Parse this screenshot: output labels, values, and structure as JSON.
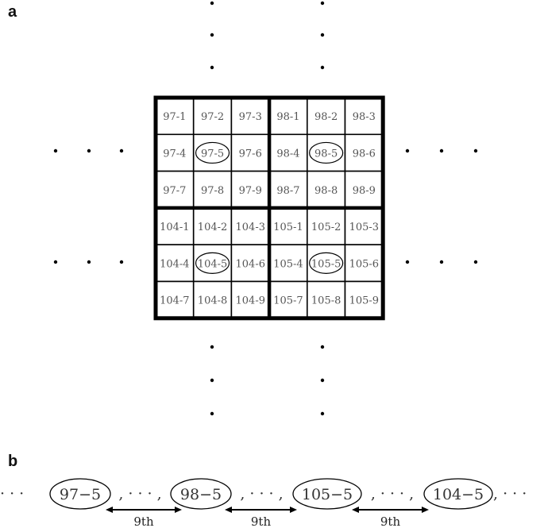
{
  "panel_a": {
    "label": "a",
    "blocks": [
      {
        "name": "97",
        "cells": [
          "97-1",
          "97-2",
          "97-3",
          "97-4",
          "97-5",
          "97-6",
          "97-7",
          "97-8",
          "97-9"
        ]
      },
      {
        "name": "98",
        "cells": [
          "98-1",
          "98-2",
          "98-3",
          "98-4",
          "98-5",
          "98-6",
          "98-7",
          "98-8",
          "98-9"
        ]
      },
      {
        "name": "104",
        "cells": [
          "104-1",
          "104-2",
          "104-3",
          "104-4",
          "104-5",
          "104-6",
          "104-7",
          "104-8",
          "104-9"
        ]
      },
      {
        "name": "105",
        "cells": [
          "105-1",
          "105-2",
          "105-3",
          "105-4",
          "105-5",
          "105-6",
          "105-7",
          "105-8",
          "105-9"
        ]
      }
    ],
    "circled_cells": [
      "97-5",
      "98-5",
      "104-5",
      "105-5"
    ]
  },
  "panel_b": {
    "label": "b",
    "leading": "· · ·",
    "sequence": [
      "97−5",
      "98−5",
      "105−5",
      "104−5"
    ],
    "separator": ", · · · ,",
    "trailing": ", · · ·",
    "gap_labels": [
      "9th",
      "9th",
      "9th"
    ]
  }
}
